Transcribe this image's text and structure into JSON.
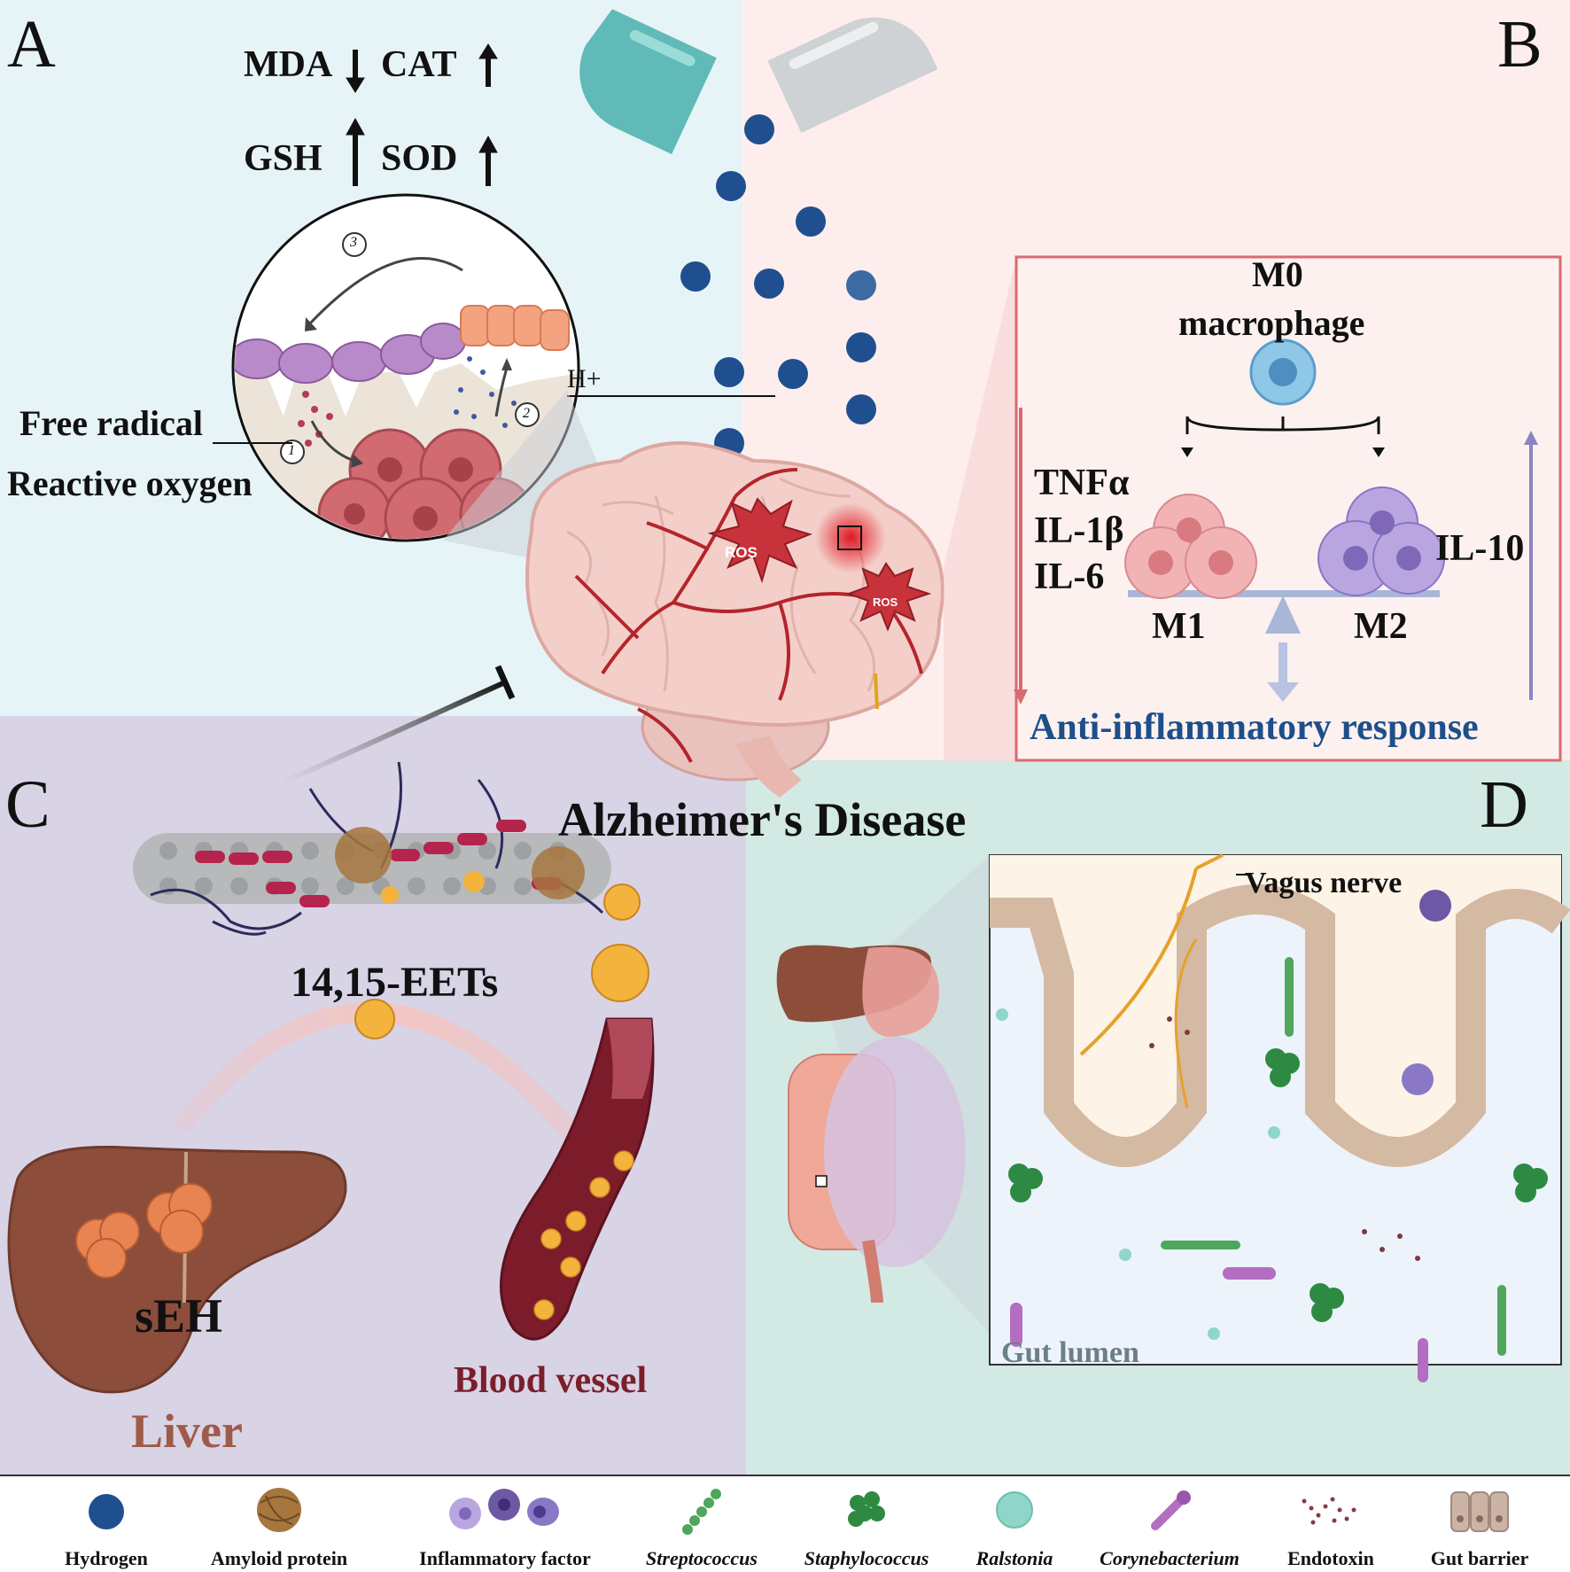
{
  "panels": {
    "a": {
      "letter": "A",
      "mda": "MDA",
      "cat": "CAT",
      "gsh": "GSH",
      "sod": "SOD",
      "step1": "1",
      "step2": "2",
      "step3": "3",
      "hplus": "H+",
      "free_radical": "Free radical",
      "reactive_oxygen": "Reactive oxygen",
      "ros1": "ROS",
      "ros2": "ROS"
    },
    "b": {
      "letter": "B",
      "m0_line1": "M0",
      "m0_line2": "macrophage",
      "tnf": "TNFα",
      "il1b": "IL-1β",
      "il6": "IL-6",
      "il10": "IL-10",
      "m1": "M1",
      "m2": "M2",
      "response": "Anti-inflammatory response"
    },
    "c": {
      "letter": "C",
      "eets": "14,15-EETs",
      "seh": "sEH",
      "blood_vessel": "Blood vessel",
      "liver": "Liver"
    },
    "d": {
      "letter": "D",
      "vagus": "Vagus nerve",
      "gut_lumen": "Gut lumen"
    }
  },
  "center_title": "Alzheimer's Disease",
  "colors": {
    "hydrogen": "#1f4f8f",
    "ros": "#c8323a",
    "response_text": "#1d4f8a",
    "liver_text": "#9e5b4a",
    "vessel_text": "#7a1f2b",
    "gut_text": "#6b7f86"
  },
  "legend": [
    {
      "icon": "hydrogen-icon",
      "label": "Hydrogen",
      "italic": false
    },
    {
      "icon": "amyloid-icon",
      "label": "Amyloid protein",
      "italic": false
    },
    {
      "icon": "inflammatory-factor-icon",
      "label": "Inflammatory factor",
      "italic": false
    },
    {
      "icon": "streptococcus-icon",
      "label": "Streptococcus",
      "italic": true
    },
    {
      "icon": "staphylococcus-icon",
      "label": "Staphylococcus",
      "italic": true
    },
    {
      "icon": "ralstonia-icon",
      "label": "Ralstonia",
      "italic": true
    },
    {
      "icon": "corynebacterium-icon",
      "label": "Corynebacterium",
      "italic": true
    },
    {
      "icon": "endotoxin-icon",
      "label": "Endotoxin",
      "italic": false
    },
    {
      "icon": "gut-barrier-icon",
      "label": "Gut barrier",
      "italic": false
    }
  ]
}
